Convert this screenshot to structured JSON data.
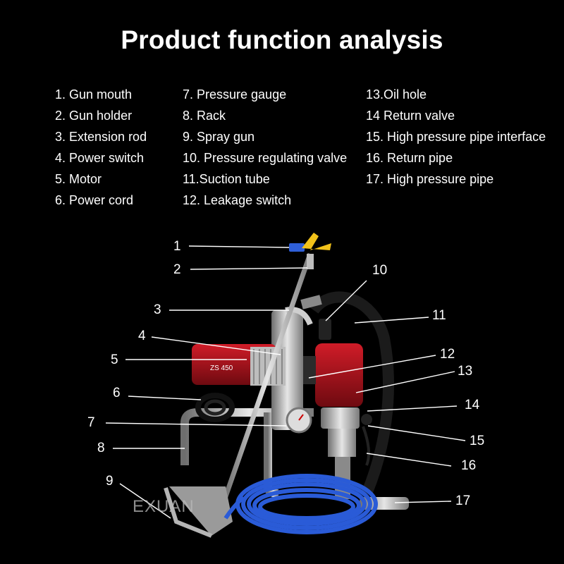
{
  "header": {
    "title": "Product function analysis"
  },
  "legend": {
    "col1": [
      "1. Gun mouth",
      "2. Gun holder",
      "3. Extension rod",
      "4. Power switch",
      "5. Motor",
      "6. Power cord"
    ],
    "col2": [
      "7. Pressure gauge",
      "8. Rack",
      "9. Spray gun",
      "10. Pressure regulating valve",
      "11.Suction tube",
      "12. Leakage switch"
    ],
    "col3": [
      "13.Oil hole",
      "14 Return valve",
      "15. High pressure pipe interface",
      "16. Return pipe",
      "17. High pressure pipe"
    ]
  },
  "callouts": [
    "1",
    "2",
    "3",
    "4",
    "5",
    "6",
    "7",
    "8",
    "9",
    "10",
    "11",
    "12",
    "13",
    "14",
    "15",
    "16",
    "17"
  ],
  "machine": {
    "model_label": "ZS 450"
  },
  "watermark": "EXUAN",
  "colors": {
    "background": "#000000",
    "text": "#ffffff",
    "motor_red": "#b0141e",
    "hose_blue": "#2a5bd7",
    "nozzle_yellow": "#f2c21a"
  }
}
